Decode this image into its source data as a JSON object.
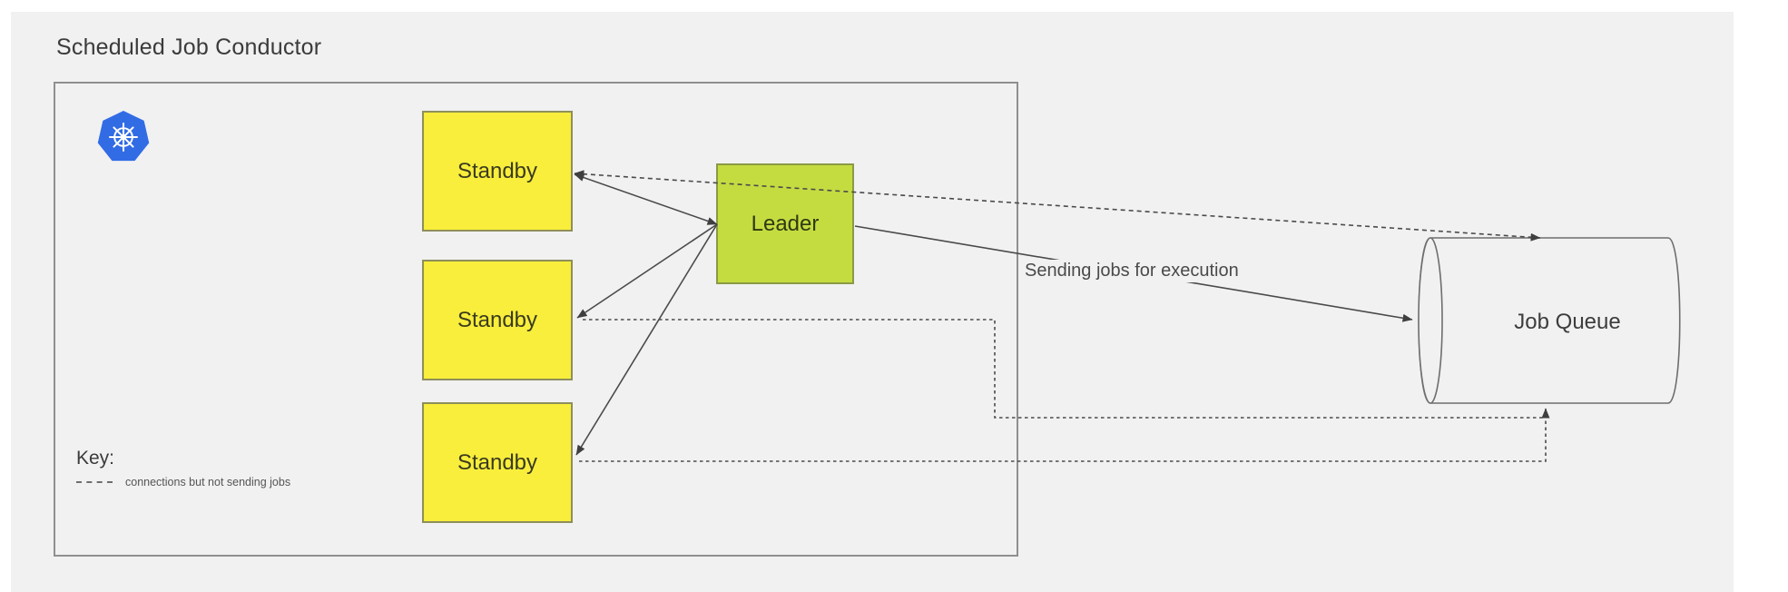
{
  "title": "Scheduled Job Conductor",
  "nodes": {
    "standby1": {
      "label": "Standby"
    },
    "standby2": {
      "label": "Standby"
    },
    "standby3": {
      "label": "Standby"
    },
    "leader": {
      "label": "Leader"
    },
    "job_queue": {
      "label": "Job Queue"
    }
  },
  "edges": {
    "sending_label": "Sending jobs for execution"
  },
  "key": {
    "title": "Key:",
    "dashed_meaning": "connections but not sending jobs"
  },
  "icons": {
    "kubernetes": "kubernetes-icon"
  },
  "colors": {
    "background": "#f1f1f2",
    "standby-fill": "#f8ee3b",
    "standby-border": "#8e8e5a",
    "leader-fill": "#c5dc41",
    "leader-border": "#8a9a44",
    "k8s-blue": "#326ce5",
    "line": "#4a4a4a",
    "container-border": "#8f8f8f",
    "text": "#3a3a3a"
  }
}
